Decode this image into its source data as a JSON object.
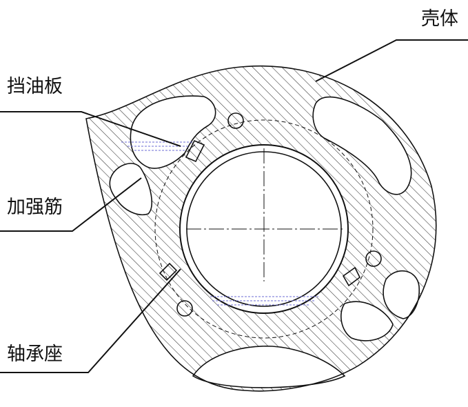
{
  "labels": {
    "housing": "壳体",
    "oil_baffle": "挡油板",
    "reinforcing_rib": "加强筋",
    "bearing_seat": "轴承座"
  },
  "colors": {
    "line": "#111111",
    "hatch": "#333333",
    "oil_lines": "#6b6bd6",
    "background": "#ffffff"
  }
}
